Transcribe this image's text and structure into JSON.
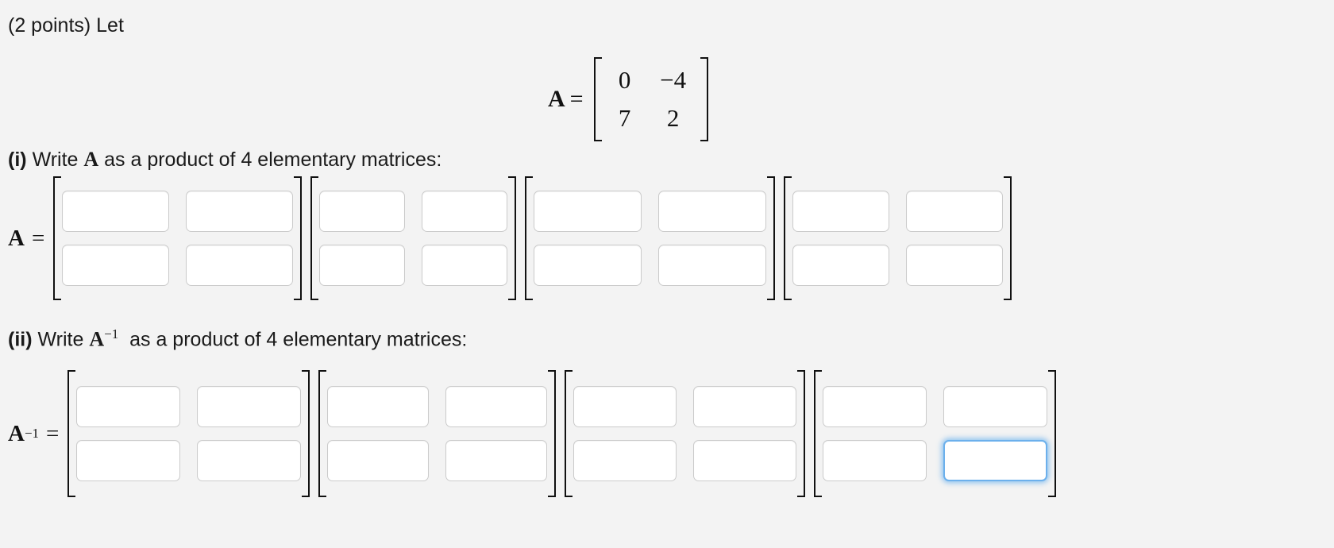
{
  "problem": {
    "points_label": "(2 points) Let",
    "matrix_a": {
      "label": "A",
      "equals": "=",
      "rows": [
        [
          "0",
          "−4"
        ],
        [
          "7",
          "2"
        ]
      ]
    }
  },
  "parts": [
    {
      "id": "i",
      "marker": "(i)",
      "text_before": "Write",
      "symbol": "A",
      "superscript": "",
      "text_after": "as a product of 4 elementary matrices:",
      "row_label": "A",
      "row_label_sup": "",
      "row_equals": "=",
      "matrices": [
        {
          "name": "matrix-1",
          "cells": [
            "",
            "",
            "",
            ""
          ]
        },
        {
          "name": "matrix-2",
          "cells": [
            "",
            "",
            "",
            ""
          ]
        },
        {
          "name": "matrix-3",
          "cells": [
            "",
            "",
            "",
            ""
          ]
        },
        {
          "name": "matrix-4",
          "cells": [
            "",
            "",
            "",
            ""
          ]
        }
      ]
    },
    {
      "id": "ii",
      "marker": "(ii)",
      "text_before": "Write",
      "symbol": "A",
      "superscript": "−1",
      "text_after": "as a product of 4 elementary matrices:",
      "row_label": "A",
      "row_label_sup": "−1",
      "row_equals": "=",
      "matrices": [
        {
          "name": "matrix-1",
          "cells": [
            "",
            "",
            "",
            ""
          ]
        },
        {
          "name": "matrix-2",
          "cells": [
            "",
            "",
            "",
            ""
          ]
        },
        {
          "name": "matrix-3",
          "cells": [
            "",
            "",
            "",
            ""
          ]
        },
        {
          "name": "matrix-4",
          "cells": [
            "",
            "",
            "",
            ""
          ]
        }
      ]
    }
  ],
  "focus": {
    "part": "ii",
    "matrix_index": 3,
    "cell_index": 3,
    "caret_visible": true,
    "value": ""
  },
  "colors": {
    "background": "#f3f3f3",
    "text": "#1a1a1a",
    "input_border": "#cbcbcb",
    "input_background": "#ffffff",
    "focus_border": "#6cb0ec",
    "focus_glow": "rgba(104,176,238,0.75)",
    "bracket": "#111111"
  },
  "input_placeholder": ""
}
